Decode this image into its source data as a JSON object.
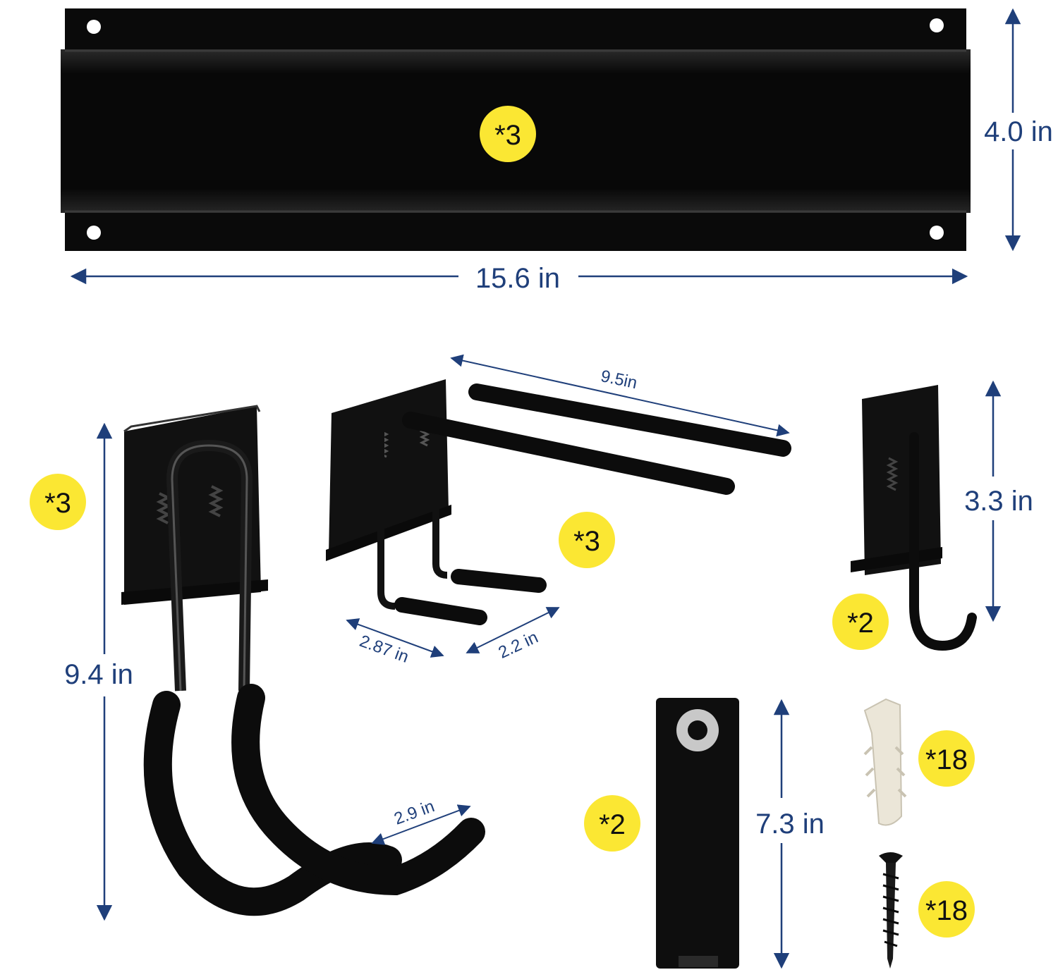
{
  "colors": {
    "dimension": "#1f3f7a",
    "badge": "#fbe733",
    "product": "#0b0b0b",
    "background": "#ffffff"
  },
  "rail": {
    "quantity": "*3",
    "width": "15.6 in",
    "height": "4.0 in"
  },
  "large_hook": {
    "quantity": "*3",
    "height": "9.4 in",
    "opening": "2.9 in"
  },
  "double_hook": {
    "quantity": "*3",
    "length": "9.5in",
    "depth": "2.87 in",
    "spacing": "2.2 in"
  },
  "j_hook": {
    "quantity": "*2",
    "height": "3.3 in"
  },
  "strap": {
    "quantity": "*2",
    "length": "7.3 in"
  },
  "anchor": {
    "quantity": "*18"
  },
  "screw": {
    "quantity": "*18"
  }
}
